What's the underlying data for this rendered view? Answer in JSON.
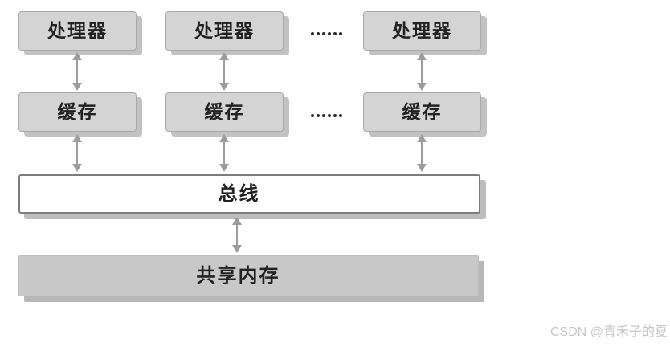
{
  "diagram": {
    "description": "bus-based shared-memory multiprocessor architecture",
    "processors": [
      {
        "label": "处理器"
      },
      {
        "label": "处理器"
      },
      {
        "label": "处理器"
      }
    ],
    "caches": [
      {
        "label": "缓存"
      },
      {
        "label": "缓存"
      },
      {
        "label": "缓存"
      }
    ],
    "bus": {
      "label": "总线"
    },
    "memory": {
      "label": "共享内存"
    },
    "ellipsis": {
      "char": "……",
      "dot_count": 6
    },
    "colors": {
      "box_fill": "#d4d4d4",
      "box_border": "#a8a8a8",
      "box_shadow": "#c2c2c2",
      "bus_fill": "#ffffff",
      "bus_border": "#7d7d7d",
      "memory_fill": "#c8c8c8",
      "arrow": "#9c9c9c",
      "label_text": "#222222",
      "ellipsis_dot": "#2e2e2e"
    }
  },
  "watermark": {
    "text": "CSDN @青禾子的夏",
    "color": "#c6c6ca"
  }
}
